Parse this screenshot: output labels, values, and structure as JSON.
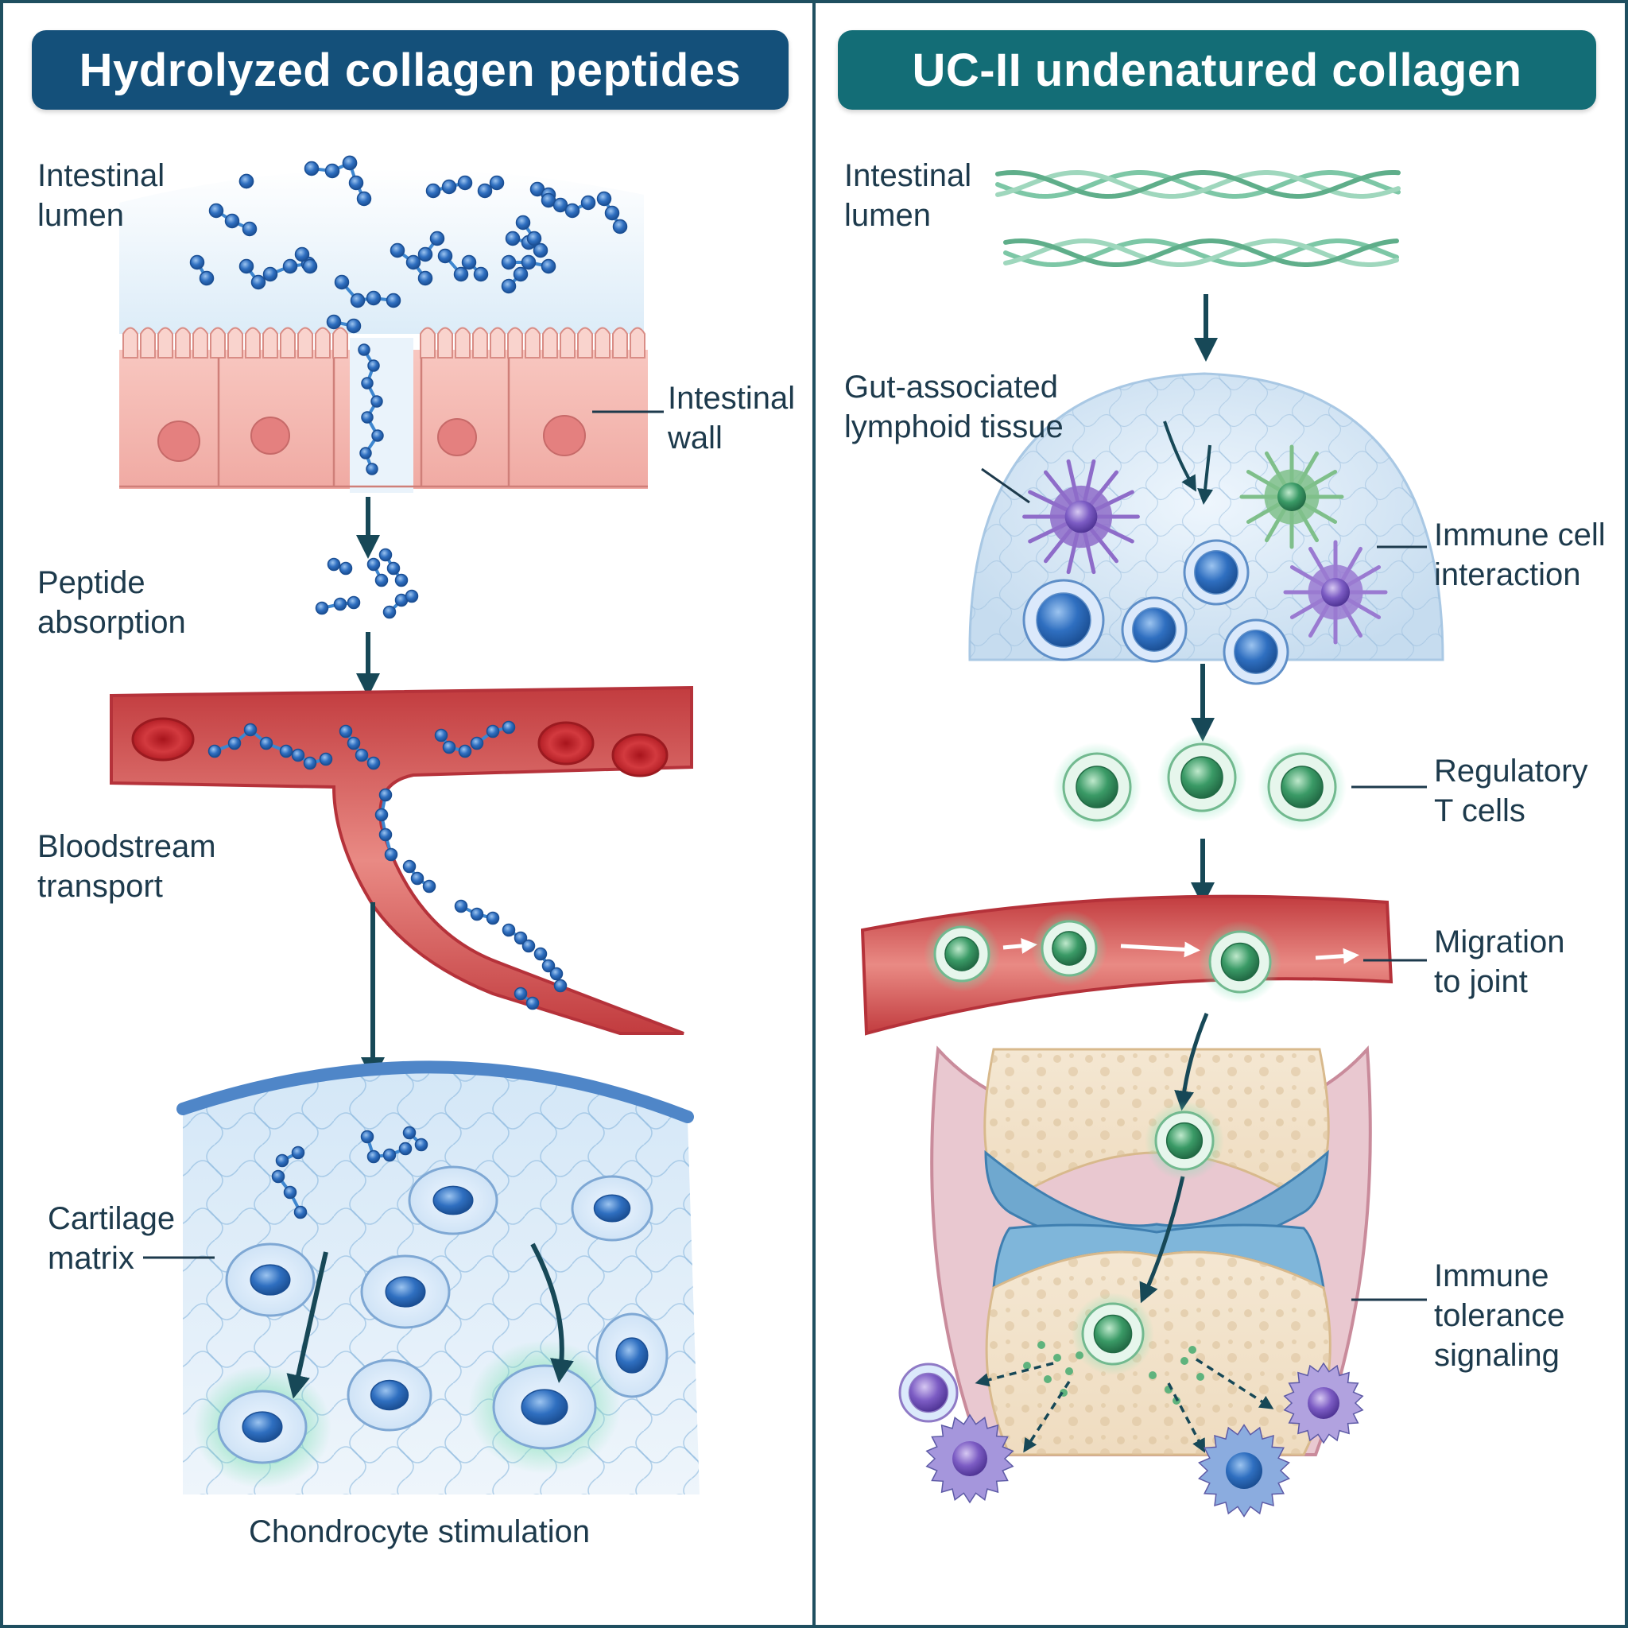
{
  "left_panel": {
    "title": "Hydrolyzed collagen peptides",
    "header_color": "#14507a",
    "labels": {
      "intestinal_lumen": "Intestinal\nlumen",
      "intestinal_wall": "Intestinal\nwall",
      "peptide_absorption": "Peptide\nabsorption",
      "bloodstream_transport": "Bloodstream\ntransport",
      "cartilage_matrix": "Cartilage\nmatrix",
      "chondrocyte_stimulation": "Chondrocyte stimulation"
    }
  },
  "right_panel": {
    "title": "UC-II undenatured collagen",
    "header_color": "#136d76",
    "labels": {
      "intestinal_lumen": "Intestinal\nlumen",
      "galt": "Gut-associated\nlymphoid tissue",
      "immune_cell_interaction": "Immune cell\ninteraction",
      "regulatory_t_cells": "Regulatory\nT cells",
      "migration_to_joint": "Migration\nto joint",
      "immune_tolerance_signaling": "Immune\ntolerance\nsignaling"
    }
  },
  "colors": {
    "frame": "#1f4f60",
    "arrow": "#174857",
    "peptide": "#3d86cf",
    "t_cell": "#3fa06a",
    "vessel": "#c9474a"
  }
}
